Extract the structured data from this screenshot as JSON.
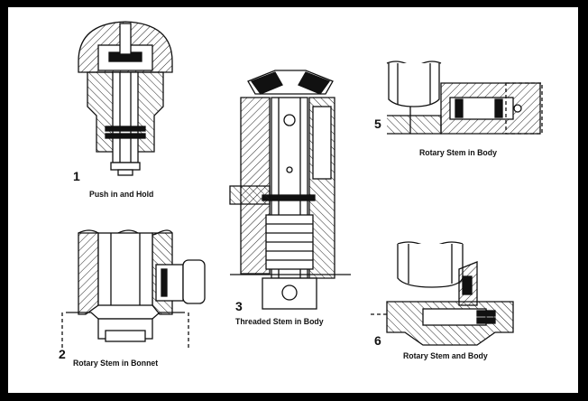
{
  "figures": [
    {
      "number": "1",
      "caption": "Push in and Hold"
    },
    {
      "number": "2",
      "caption": "Rotary Stem in Bonnet"
    },
    {
      "number": "3",
      "caption": "Threaded Stem in Body"
    },
    {
      "number": "5",
      "caption": "Rotary Stem in Body"
    },
    {
      "number": "6",
      "caption": "Rotary Stem and Body"
    }
  ],
  "colors": {
    "border": "#000000",
    "background": "#ffffff",
    "ink": "#111111"
  }
}
